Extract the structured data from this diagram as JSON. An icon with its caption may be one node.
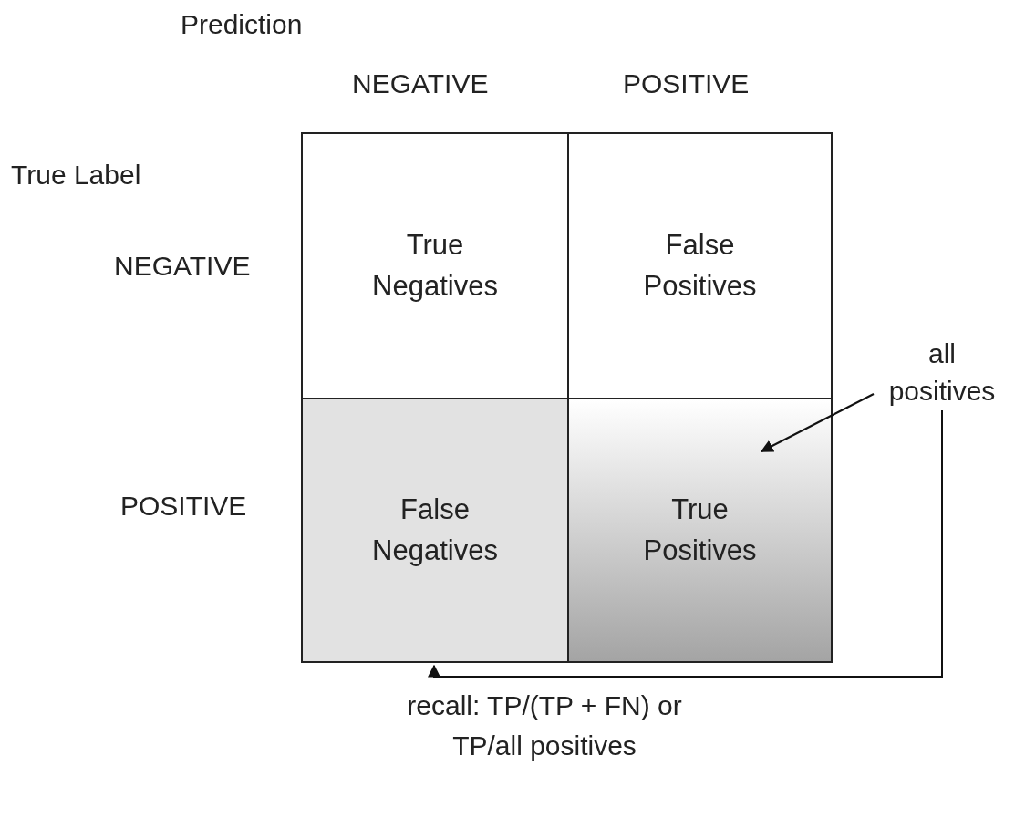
{
  "diagram": {
    "caption": "recall: TP/(TP + FN) or TP/all positives",
    "nodes": [
      {
        "text": [
          "True Negatives"
        ]
      },
      {
        "text": [
          "False Positives"
        ]
      },
      {
        "text": [
          "False Negatives"
        ]
      },
      {
        "text": [
          "True Positives"
        ]
      },
      {
        "text": [
          "all positives"
        ]
      }
    ],
    "edges": [
      {
        "from": 4,
        "to": 2,
        "arrow": "to"
      },
      {
        "from": 4,
        "to": 3,
        "arrow": "to"
      }
    ],
    "labels": [
      "Prediction",
      "NEGATIVE",
      "POSITIVE",
      "True Label",
      "NEGATIVE",
      "POSITIVE"
    ]
  }
}
